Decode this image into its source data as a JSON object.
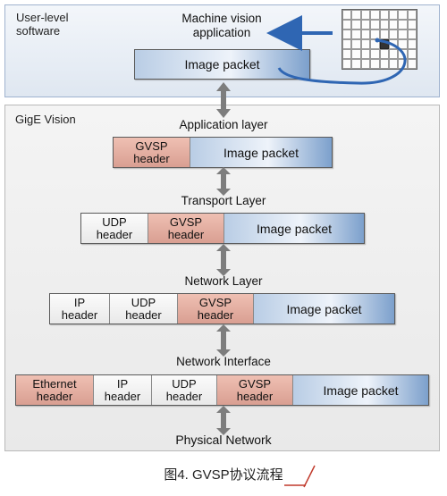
{
  "user_level": {
    "title": "User-level\nsoftware",
    "app_label": "Machine vision\napplication",
    "packet": "Image packet"
  },
  "gige": {
    "title": "GigE Vision",
    "layers": [
      {
        "name": "Application layer",
        "cells": [
          {
            "label": "GVSP\nheader",
            "kind": "header-highlight"
          },
          {
            "label": "Image packet",
            "kind": "payload"
          }
        ]
      },
      {
        "name": "Transport Layer",
        "cells": [
          {
            "label": "UDP\nheader",
            "kind": "header"
          },
          {
            "label": "GVSP\nheader",
            "kind": "header-highlight"
          },
          {
            "label": "Image packet",
            "kind": "payload"
          }
        ]
      },
      {
        "name": "Network Layer",
        "cells": [
          {
            "label": "IP\nheader",
            "kind": "header"
          },
          {
            "label": "UDP\nheader",
            "kind": "header"
          },
          {
            "label": "GVSP\nheader",
            "kind": "header-highlight"
          },
          {
            "label": "Image packet",
            "kind": "payload"
          }
        ]
      },
      {
        "name": "Network Interface",
        "cells": [
          {
            "label": "Ethernet\nheader",
            "kind": "header-highlight"
          },
          {
            "label": "IP\nheader",
            "kind": "header"
          },
          {
            "label": "UDP\nheader",
            "kind": "header"
          },
          {
            "label": "GVSP\nheader",
            "kind": "header-highlight"
          },
          {
            "label": "Image packet",
            "kind": "payload"
          }
        ]
      }
    ],
    "bottom": "Physical Network"
  },
  "caption": "图4.  GVSP协议流程",
  "colors": {
    "header_highlight": "#e3b0a3",
    "header": "#f2f2f2",
    "payload": "#b9cde5",
    "arrow_blue": "#2f66b3",
    "arrow_grey": "#7d7d7d"
  },
  "icons": [
    "pixel-grid-icon",
    "curved-arrow-icon",
    "double-arrow-icon"
  ]
}
